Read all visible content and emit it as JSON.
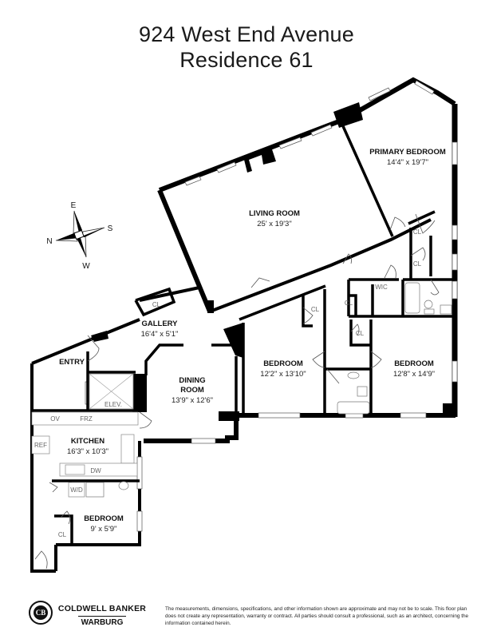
{
  "header": {
    "title_line1": "924 West End Avenue",
    "title_line2": "Residence 61"
  },
  "compass": {
    "north": "N",
    "east": "E",
    "south": "S",
    "west": "W"
  },
  "rooms": {
    "primary_bedroom": {
      "label": "PRIMARY BEDROOM",
      "dims": "14'4\" x 19'7\""
    },
    "living_room": {
      "label": "LIVING ROOM",
      "dims": "25' x 19'3\""
    },
    "gallery": {
      "label": "GALLERY",
      "dims": "16'4\" x 5'1\""
    },
    "entry": {
      "label": "ENTRY"
    },
    "dining_room": {
      "label_line1": "DINING",
      "label_line2": "ROOM",
      "dims": "13'9\" x 12'6\""
    },
    "bedroom_center": {
      "label": "BEDROOM",
      "dims": "12'2\" x 13'10\""
    },
    "bedroom_right": {
      "label": "BEDROOM",
      "dims": "12'8\" x 14'9\""
    },
    "kitchen": {
      "label": "KITCHEN",
      "dims": "16'3\" x 10'3\""
    },
    "bedroom_small": {
      "label": "BEDROOM",
      "dims": "9' x 5'9\""
    }
  },
  "fixtures": {
    "closet": "CL",
    "walk_in_closet": "WIC",
    "elevator": "ELEV.",
    "oven": "OV",
    "freezer": "FRZ",
    "refrigerator": "REF",
    "dishwasher": "DW",
    "washer_dryer": "W/D"
  },
  "footer": {
    "brand_line1": "COLDWELL BANKER",
    "brand_line2": "WARBURG",
    "logo_text": "CB",
    "disclaimer": "The measurements, dimensions, specifications, and other information shown are approximate and may not be to scale. This floor plan does not create any representation, warranty or contract. All parties should consult a professional, such as an architect, concerning the information contained herein."
  },
  "colors": {
    "wall": "#000000",
    "window": "#ffffff",
    "fixture_line": "#888888",
    "text": "#1a1a1a"
  }
}
